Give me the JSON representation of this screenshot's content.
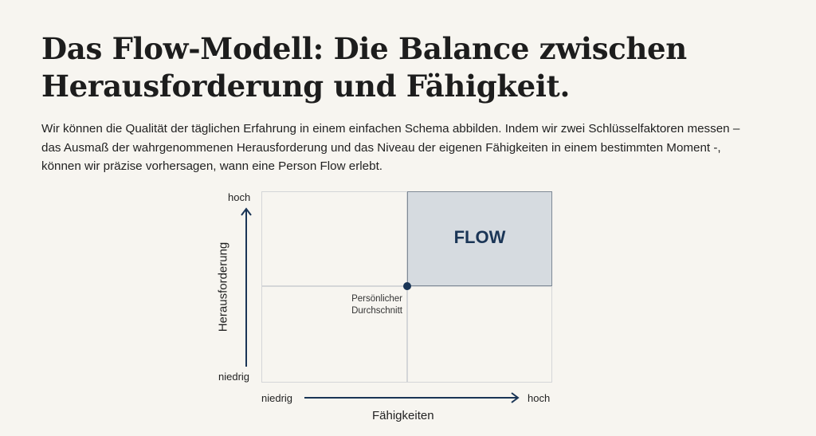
{
  "title": "Das Flow-Modell: Die Balance zwischen Herausforderung und Fähigkeit.",
  "body": "Wir können die Qualität der täglichen Erfahrung in einem einfachen Schema abbilden. Indem wir zwei Schlüsselfaktoren messen – das Ausmaß der wahrgenommenen Herausforderung und das Niveau der eigenen Fähigkeiten in einem bestimmten Moment -, können wir präzise vorhersagen, wann eine Person Flow erlebt.",
  "diagram": {
    "flow_label": "FLOW",
    "center_label_line1": "Persönlicher",
    "center_label_line2": "Durchschnitt",
    "y_axis": {
      "title": "Herausforderung",
      "high": "hoch",
      "low": "niedrig"
    },
    "x_axis": {
      "title": "Fähigkeiten",
      "high": "hoch",
      "low": "niedrig"
    },
    "colors": {
      "accent": "#1a3556",
      "flow_fill": "#d6dbe0",
      "grid": "#d4d6d8"
    }
  }
}
